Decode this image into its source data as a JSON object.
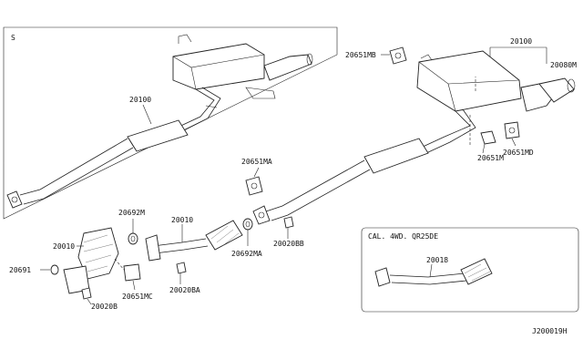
{
  "panels": {
    "main_variant_label": "S",
    "cal_label": "CAL. 4WD. QR25DE"
  },
  "parts": {
    "p20100_left": "20100",
    "p20100_right": "20100",
    "p20080m": "20080M",
    "p20651mb": "20651MB",
    "p20651m": "20651M",
    "p20651md": "20651MD",
    "p20651ma": "20651MA",
    "p20692m": "20692M",
    "p20010_upper": "20010",
    "p20010_lower": "20010",
    "p20691": "20691",
    "p20651mc": "20651MC",
    "p20020b": "20020B",
    "p20020ba": "20020BA",
    "p20692ma": "20692MA",
    "p20020bb": "20020BB",
    "p20018": "20018"
  },
  "diagram_id": "J200019H"
}
